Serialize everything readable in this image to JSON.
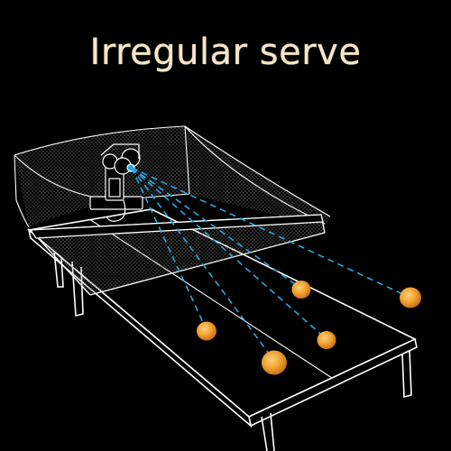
{
  "title": "Irregular serve",
  "colors": {
    "background": "#000000",
    "title": "#f6e6c8",
    "outline": "#ffffff",
    "trajectory": "#2aa8e0",
    "ball": "#f0a030"
  },
  "illustration": {
    "subject": "ping-pong-table-with-serving-robot",
    "ball_count": 5,
    "trajectory_count": 5
  }
}
